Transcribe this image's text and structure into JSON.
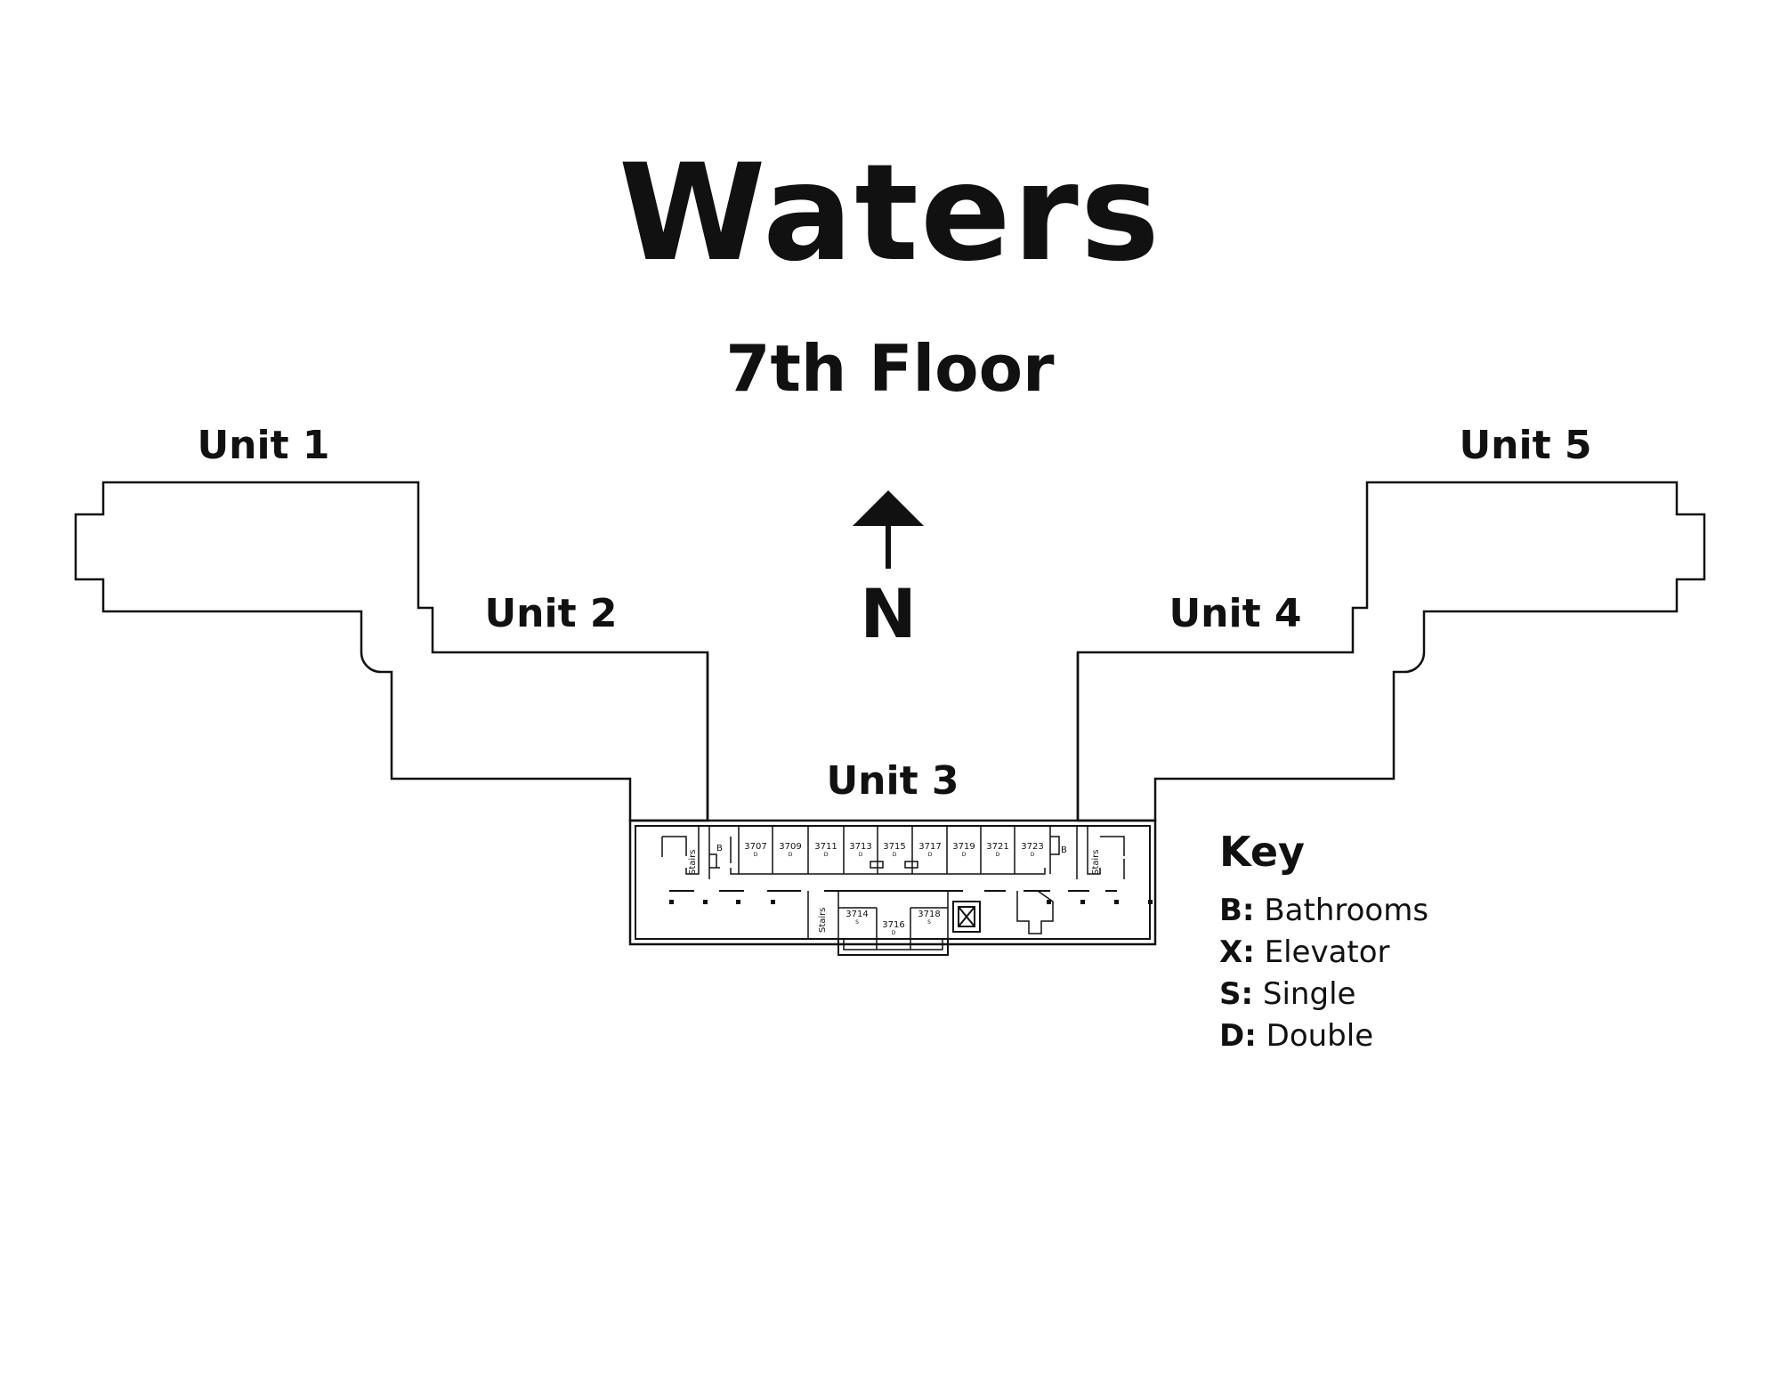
{
  "title": "Waters",
  "subtitle": "7th Floor",
  "north_label": "N",
  "units": [
    "Unit 1",
    "Unit 2",
    "Unit 3",
    "Unit 4",
    "Unit 5"
  ],
  "rooms_north": [
    {
      "number": "3707",
      "type": "D"
    },
    {
      "number": "3709",
      "type": "D"
    },
    {
      "number": "3711",
      "type": "D"
    },
    {
      "number": "3713",
      "type": "D"
    },
    {
      "number": "3715",
      "type": "D"
    },
    {
      "number": "3717",
      "type": "D"
    },
    {
      "number": "3719",
      "type": "D"
    },
    {
      "number": "3721",
      "type": "D"
    },
    {
      "number": "3723",
      "type": "D"
    }
  ],
  "rooms_south": [
    {
      "number": "3714",
      "type": "S"
    },
    {
      "number": "3716",
      "type": "D"
    },
    {
      "number": "3718",
      "type": "S"
    }
  ],
  "bathroom_label": "B",
  "stairs_label": "Stairs",
  "elevator_symbol": "X",
  "key": {
    "title": "Key",
    "items": [
      {
        "code": "B:",
        "label": "Bathrooms"
      },
      {
        "code": "X:",
        "label": "Elevator"
      },
      {
        "code": "S:",
        "label": "Single"
      },
      {
        "code": "D:",
        "label": "Double"
      }
    ]
  }
}
